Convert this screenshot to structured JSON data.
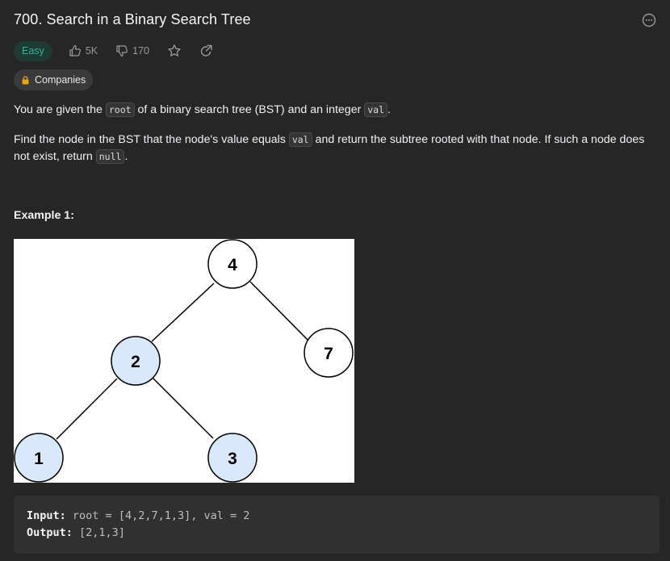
{
  "problem": {
    "title": "700. Search in a Binary Search Tree",
    "difficulty": "Easy",
    "likes": "5K",
    "dislikes": "170",
    "companies_label": "Companies"
  },
  "description": {
    "p1_a": "You are given the ",
    "p1_code1": "root",
    "p1_b": " of a binary search tree (BST) and an integer ",
    "p1_code2": "val",
    "p1_c": ".",
    "p2_a": "Find the node in the BST that the node's value equals ",
    "p2_code1": "val",
    "p2_b": " and return the subtree rooted with that node. If such a node does not exist, return ",
    "p2_code2": "null",
    "p2_c": "."
  },
  "example": {
    "title": "Example 1:",
    "input_label": "Input:",
    "input_value": "root = [4,2,7,1,3], val = 2",
    "output_label": "Output:",
    "output_value": "[2,1,3]"
  },
  "tree": {
    "nodes": [
      {
        "label": "4",
        "highlighted": false
      },
      {
        "label": "2",
        "highlighted": true
      },
      {
        "label": "7",
        "highlighted": false
      },
      {
        "label": "1",
        "highlighted": true
      },
      {
        "label": "3",
        "highlighted": true
      }
    ],
    "highlight_color": "#dae8fc"
  },
  "colors": {
    "background": "#262626",
    "easy": "#27b6a0",
    "companies_lock": "#f0a30a"
  },
  "icons": {
    "more": "ellipsis-circle-icon",
    "like": "thumbs-up-icon",
    "dislike": "thumbs-down-icon",
    "favorite": "star-icon",
    "share": "share-icon",
    "lock": "lock-icon"
  }
}
